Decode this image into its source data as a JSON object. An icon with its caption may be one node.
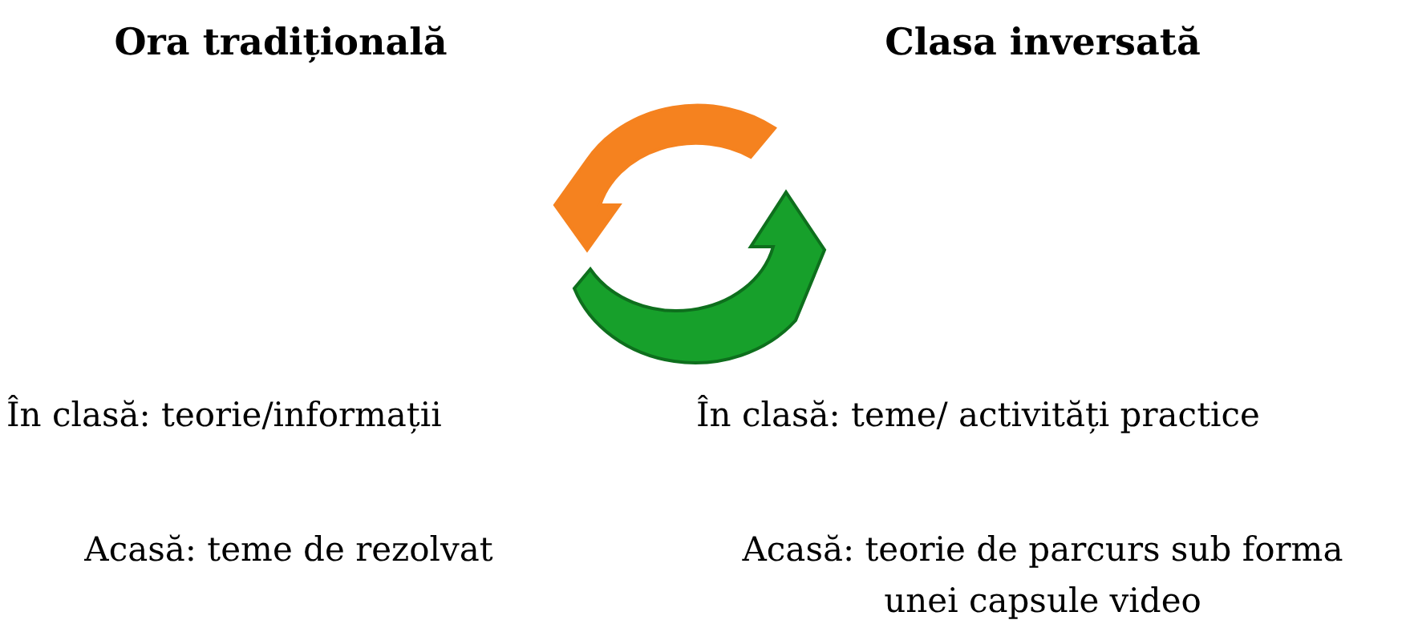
{
  "diagram": {
    "labels": [
      "Ora tradițională",
      "Clasa inversată",
      "În clasă: teorie/informații",
      "În clasă: teme/ activități practice",
      "Acasă: teme de rezolvat",
      "Acasă: teorie de parcurs sub forma unei capsule video"
    ]
  }
}
